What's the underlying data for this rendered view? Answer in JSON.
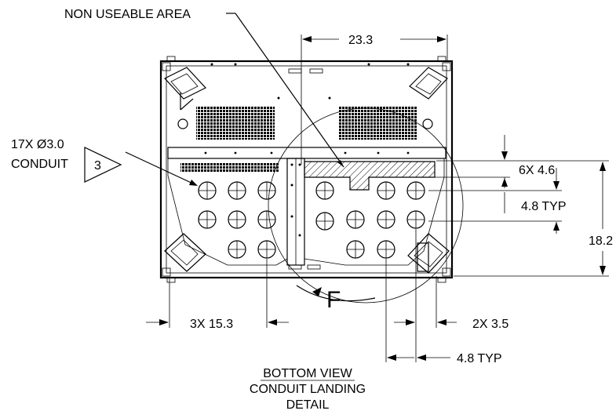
{
  "labels": {
    "non_useable_area": "NON USEABLE AREA",
    "top_dim": "23.3",
    "conduit_count": "17X Ø3.0",
    "conduit_word": "CONDUIT",
    "flag_number": "3",
    "dim_6x": "6X 4.6",
    "dim_typ_right": "4.8 TYP",
    "dim_height": "18.2",
    "section_marker": "F",
    "dim_3x": "3X 15.3",
    "dim_2x": "2X 3.5",
    "dim_typ_bottom": "4.8 TYP"
  },
  "title": {
    "line1": "BOTTOM VIEW",
    "line2": "CONDUIT LANDING",
    "line3": "DETAIL"
  }
}
